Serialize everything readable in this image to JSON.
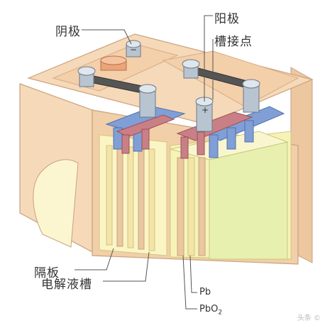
{
  "labels": {
    "cathode": "阴极",
    "anode": "阳极",
    "terminal": "槽接点",
    "separator": "隔板",
    "electrolyte_tank": "电解液槽",
    "pb": "Pb",
    "pbo2_main": "PbO",
    "pbo2_sub": "2",
    "minus_sign": "−",
    "plus_sign": "+"
  },
  "watermark": "头条 ©",
  "colors": {
    "case": "#f6d9b8",
    "case_edge": "#c9a27e",
    "lid": "#f3cfaa",
    "plate_blue": "#7f9fd6",
    "plate_red": "#c97f86",
    "electrolyte": "#f6f3b8",
    "terminal_gray": "#b8c4cf",
    "bar": "#555555"
  }
}
